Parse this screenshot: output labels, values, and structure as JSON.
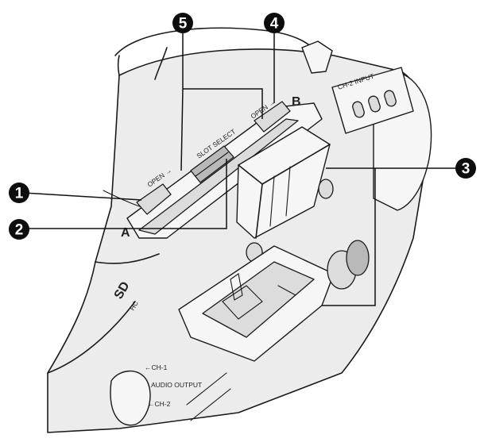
{
  "callouts": [
    {
      "number": "1"
    },
    {
      "number": "2"
    },
    {
      "number": "3"
    },
    {
      "number": "4"
    },
    {
      "number": "5"
    }
  ],
  "device_labels": {
    "slot_select": "SLOT SELECT",
    "open_a": "OPEN →",
    "open_b": "OPEN →",
    "slot_a": "A",
    "slot_b": "B",
    "ch2_input": "CH-2  INPUT",
    "audio_output": "AUDIO OUTPUT",
    "ch1": "←CH-1",
    "ch2": "←CH-2",
    "sd_logo": "SD",
    "hc_logo": "HC"
  },
  "colors": {
    "callout_fill": "#0d0d0d",
    "callout_text": "#ffffff",
    "line": "#1a1a1a"
  }
}
